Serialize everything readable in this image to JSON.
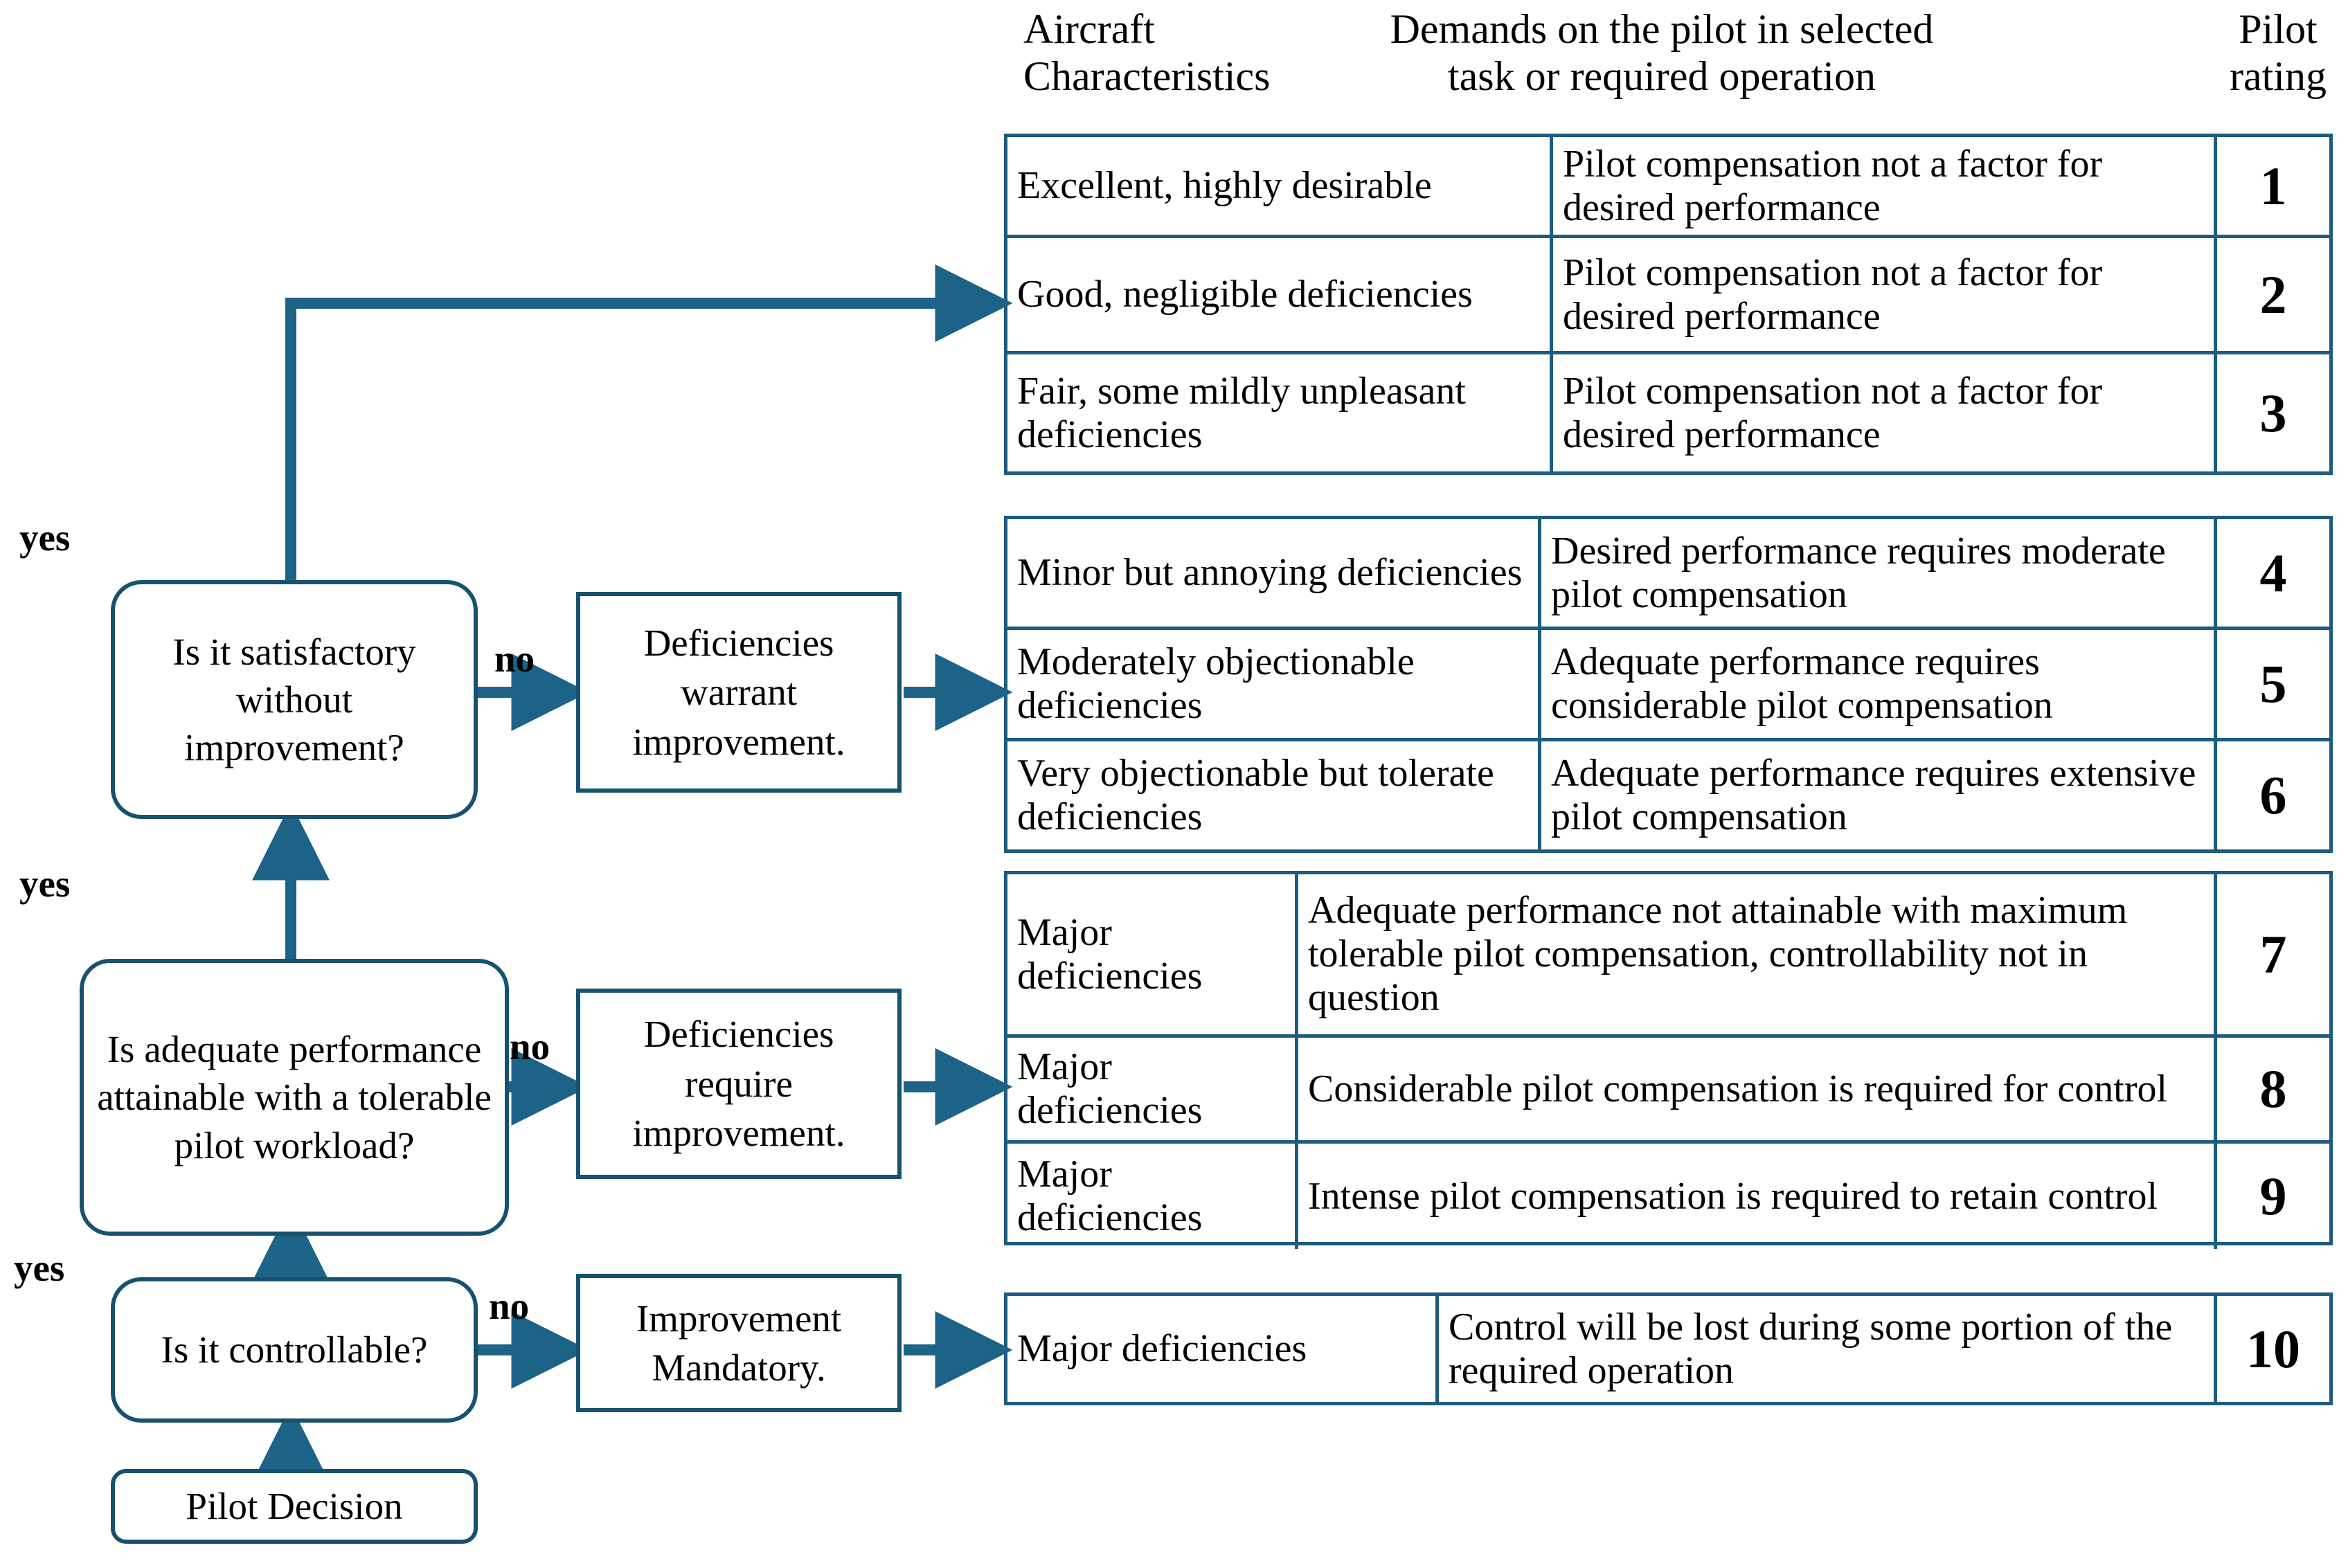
{
  "headers": {
    "aircraft_characteristics": "Aircraft\nCharacteristics",
    "aircraft_characteristics_l1": "Aircraft",
    "aircraft_characteristics_l2": "Characteristics",
    "demands": "Demands on the pilot in selected\ntask or required operation",
    "demands_l1": "Demands on the pilot in selected",
    "demands_l2": "task or required operation",
    "pilot_rating": "Pilot\nrating",
    "pilot_rating_l1": "Pilot",
    "pilot_rating_l2": "rating"
  },
  "colors": {
    "line": "#1d6287",
    "border": "#16526f",
    "table_border": "#1d5c80",
    "text": "#000000",
    "background": "#ffffff"
  },
  "table_blocks": [
    {
      "id": "block-1",
      "rows": [
        {
          "characteristics": "Excellent, highly desirable",
          "demands": "Pilot compensation not a factor for desired performance",
          "rating": "1"
        },
        {
          "characteristics": "Good, negligible deficiencies",
          "demands": "Pilot compensation not a factor for desired performance",
          "rating": "2"
        },
        {
          "characteristics": "Fair, some mildly unpleasant deficiencies",
          "demands": "Pilot compensation not a factor for desired performance",
          "rating": "3"
        }
      ]
    },
    {
      "id": "block-2",
      "rows": [
        {
          "characteristics": "Minor but annoying deficiencies",
          "demands": "Desired performance requires moderate pilot compensation",
          "rating": "4"
        },
        {
          "characteristics": "Moderately objectionable deficiencies",
          "demands": "Adequate performance requires considerable pilot compensation",
          "rating": "5"
        },
        {
          "characteristics": "Very objectionable but tolerate deficiencies",
          "demands": "Adequate performance requires extensive pilot compensation",
          "rating": "6"
        }
      ]
    },
    {
      "id": "block-3",
      "rows": [
        {
          "characteristics": "Major deficiencies",
          "demands": "Adequate performance not attainable with maximum tolerable pilot compensation, controllability not in question",
          "rating": "7"
        },
        {
          "characteristics": "Major deficiencies",
          "demands": "Considerable pilot compensation is required for control",
          "rating": "8"
        },
        {
          "characteristics": "Major deficiencies",
          "demands": "Intense pilot compensation is required to retain control",
          "rating": "9"
        }
      ]
    },
    {
      "id": "block-4",
      "rows": [
        {
          "characteristics": "Major deficiencies",
          "demands": "Control will be lost during some portion of the required operation",
          "rating": "10"
        }
      ]
    }
  ],
  "flowchart": {
    "decisions": [
      {
        "id": "satisfactory",
        "text": "Is it satisfactory without improvement?"
      },
      {
        "id": "adequate-performance",
        "text": "Is adequate performance attainable with a tolerable pilot workload?"
      },
      {
        "id": "controllable",
        "text": "Is it controllable?"
      }
    ],
    "processes": [
      {
        "id": "deficiencies-warrant",
        "text": "Deficiencies warrant improvement."
      },
      {
        "id": "deficiencies-require",
        "text": "Deficiencies require improvement."
      },
      {
        "id": "improvement-mandatory",
        "text": "Improvement Mandatory."
      }
    ],
    "start": {
      "id": "pilot-decision",
      "text": "Pilot Decision"
    },
    "labels": {
      "yes": "yes",
      "no": "no"
    }
  }
}
